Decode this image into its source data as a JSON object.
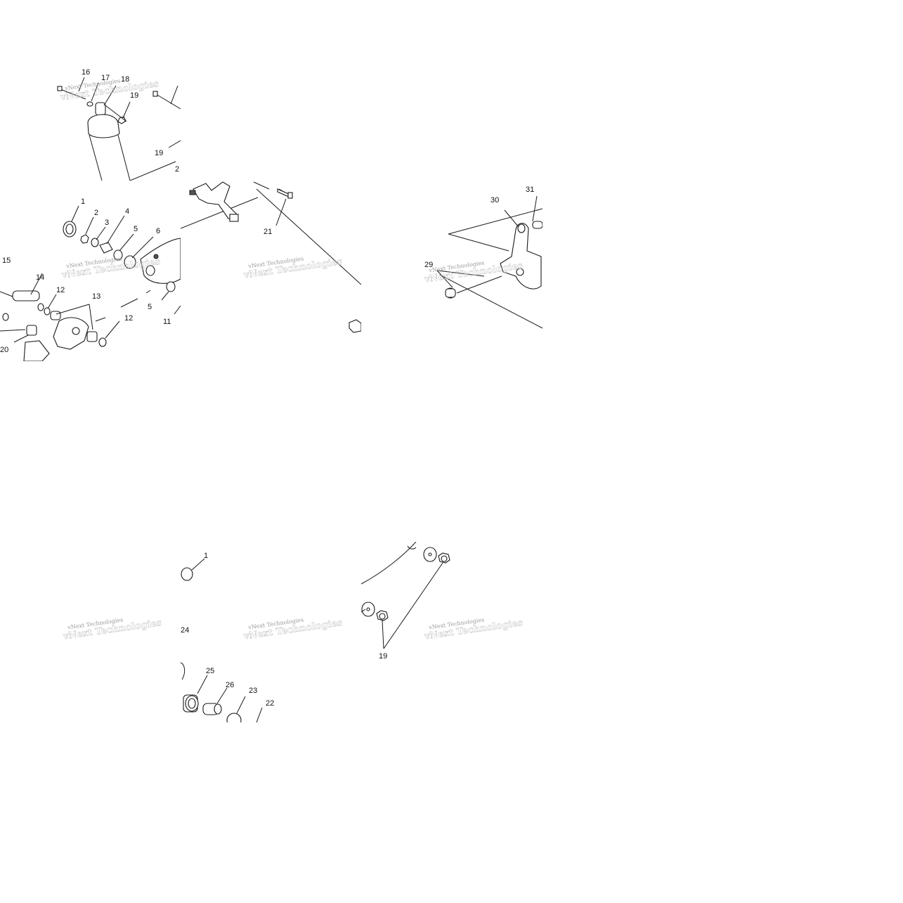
{
  "watermark": "vNext Technologies",
  "tiles": {
    "t1": {
      "labels": [
        "16",
        "17",
        "18",
        "19",
        "19",
        "2"
      ]
    },
    "t2": {
      "labels": [
        "21"
      ]
    },
    "t4": {
      "labels": [
        "1",
        "2",
        "3",
        "4",
        "5",
        "6",
        "15",
        "14",
        "12",
        "13",
        "12",
        "5",
        "11",
        "20"
      ]
    },
    "t6": {
      "labels": [
        "30",
        "31",
        "29"
      ]
    },
    "t8": {
      "labels": [
        "1",
        "24",
        "25",
        "26",
        "23",
        "22"
      ]
    },
    "t9": {
      "labels": [
        "19"
      ]
    }
  }
}
